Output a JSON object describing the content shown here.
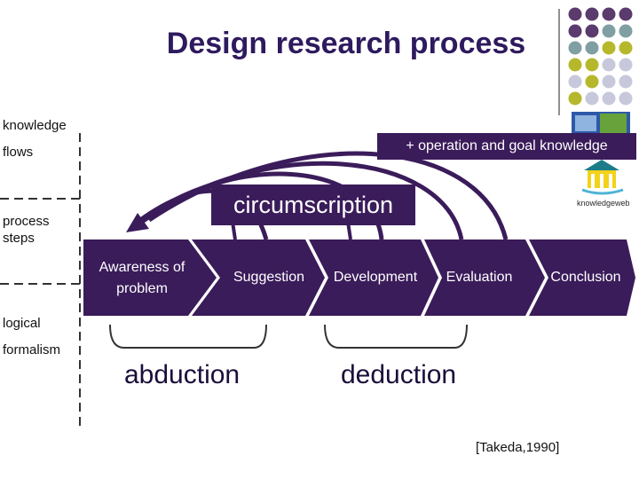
{
  "title": "Design research process",
  "sidebar": {
    "knowledge": "knowledge",
    "flows": "flows",
    "process": "process",
    "steps": "steps",
    "logical": "logical",
    "formalism": "formalism"
  },
  "operation_box": "+ operation and goal knowledge",
  "circumscription_box": "circumscription",
  "steps": [
    {
      "label_line1": "Awareness of",
      "label_line2": "problem"
    },
    {
      "label_line1": "Suggestion"
    },
    {
      "label_line1": "Development"
    },
    {
      "label_line1": "Evaluation"
    },
    {
      "label_line1": "Conclusion"
    }
  ],
  "abduction": "abduction",
  "deduction": "deduction",
  "citation": "[Takeda,1990]",
  "logo_text": "knowledgeweb",
  "colors": {
    "dark_purple": "#3b1c5a",
    "purple_dot": "#5b3a6e",
    "teal_dot": "#7f9fa3",
    "olive_dot": "#b5b82a",
    "lavender_dot": "#c8c8dc"
  }
}
